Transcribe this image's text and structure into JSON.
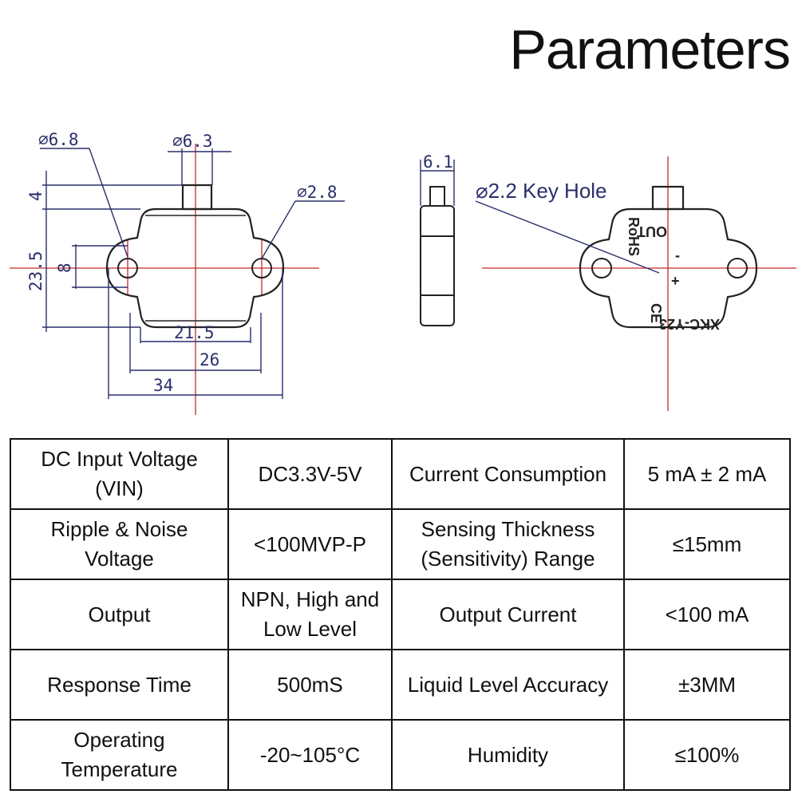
{
  "title": "Parameters",
  "drawing": {
    "front_view": {
      "dims": {
        "hole_dia": "⌀6.8",
        "top_dia": "⌀6.3",
        "mount_dia": "⌀2.8",
        "top_offset": "4",
        "height": "23.5",
        "hole_span": "8",
        "inner_width": "21.5",
        "body_width": "26",
        "overall_width": "34"
      }
    },
    "side_view": {
      "dims": {
        "thickness": "6.1"
      }
    },
    "back_view": {
      "callout": "⌀2.2 Key Hole",
      "markings": {
        "out": "OUT",
        "minus": "-",
        "plus": "+",
        "rohs": "RoHS",
        "model": "XKC-Y23",
        "ce": "CE"
      }
    }
  },
  "table": {
    "rows": [
      [
        "DC Input Voltage (VIN)",
        "DC3.3V-5V",
        "Current Consumption",
        "5 mA ± 2 mA"
      ],
      [
        "Ripple & Noise Voltage",
        "<100MVP-P",
        "Sensing Thickness (Sensitivity) Range",
        "≤15mm"
      ],
      [
        "Output",
        "NPN, High and Low Level",
        "Output Current",
        "<100 mA"
      ],
      [
        "Response Time",
        "500mS",
        "Liquid Level Accuracy",
        "±3MM"
      ],
      [
        "Operating Temperature",
        "-20~105°C",
        "Humidity",
        "≤100%"
      ]
    ]
  }
}
